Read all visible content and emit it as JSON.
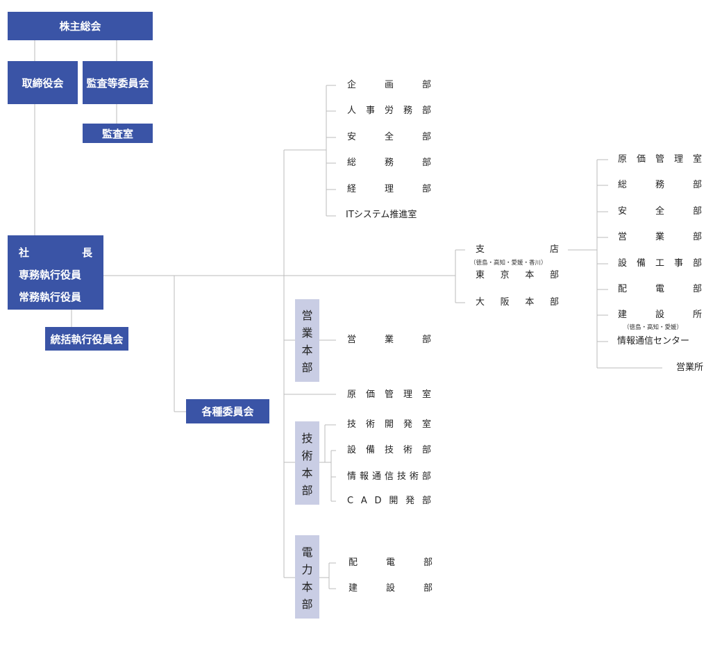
{
  "top": {
    "shareholders": "株主総会",
    "board": "取締役会",
    "audit_committee": "監査等委員会",
    "audit_office": "監査室",
    "exec_committee": "統括執行役員会",
    "committees": "各種委員会"
  },
  "president": {
    "row1": [
      "社",
      "長"
    ],
    "row2": "専務執行役員",
    "row3": "常務執行役員"
  },
  "admin_depts": [
    "企画部",
    "人事労務部",
    "安全部",
    "総務部",
    "経理部"
  ],
  "it_dept": "ITシステム推進室",
  "sales_hq": {
    "title": [
      "営",
      "業",
      "本",
      "部"
    ],
    "depts": [
      "営業部"
    ]
  },
  "cost_office": "原価管理室",
  "tech_hq": {
    "title": [
      "技",
      "術",
      "本",
      "部"
    ],
    "depts": [
      "技術開発室",
      "設備技術部",
      "情報通信技術部",
      "CAD開発部"
    ]
  },
  "power_hq": {
    "title": [
      "電",
      "力",
      "本",
      "部"
    ],
    "depts": [
      "配電部",
      "建設部"
    ]
  },
  "branches": {
    "branch": "支店",
    "branch_note": "（徳島・高知・愛媛・香川）",
    "tokyo": "東京本部",
    "osaka": "大阪本部"
  },
  "branch_depts": {
    "items": [
      "原価管理室",
      "総務部",
      "安全部",
      "営業部",
      "設備工事部",
      "配電部",
      "建設所"
    ],
    "construction_note": "（徳島・高知・愛媛）",
    "info_center": "情報通信センター",
    "sales_office": "営業所"
  },
  "colors": {
    "box": "#3a54a6",
    "light_box": "#c9cde4",
    "line": "#bbbbbb"
  }
}
